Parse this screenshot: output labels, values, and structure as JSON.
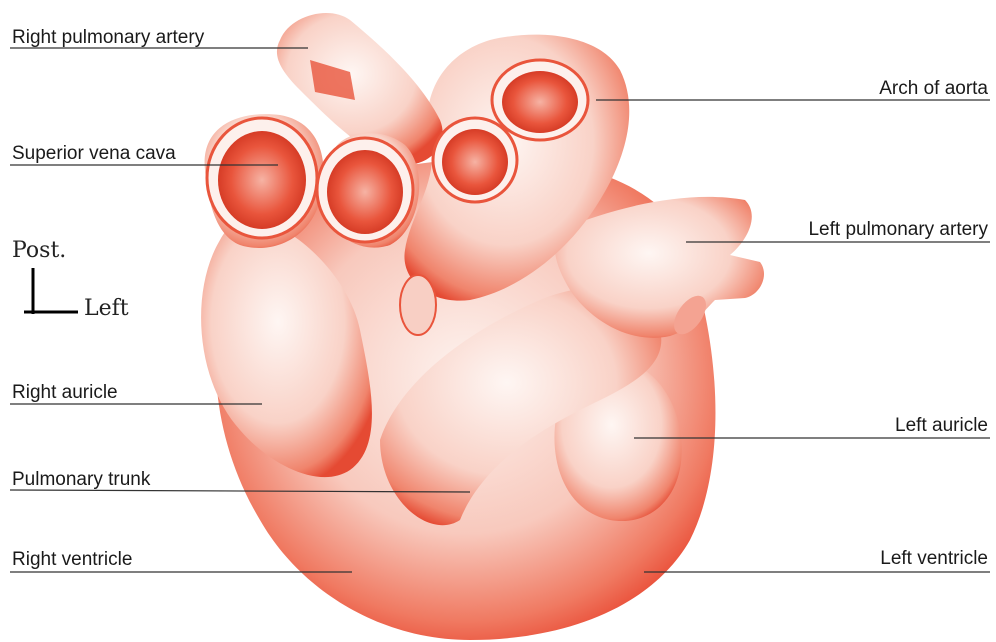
{
  "labels": {
    "right_pulmonary_artery": "Right pulmonary artery",
    "superior_vena_cava": "Superior vena cava",
    "right_auricle": "Right auricle",
    "pulmonary_trunk": "Pulmonary trunk",
    "right_ventricle": "Right ventricle",
    "arch_of_aorta": "Arch of aorta",
    "left_pulmonary_artery": "Left pulmonary artery",
    "left_auricle": "Left auricle",
    "left_ventricle": "Left ventricle"
  },
  "orientation": {
    "posterior": "Post.",
    "left": "Left"
  },
  "colors": {
    "heart_edge": "#e8452f",
    "heart_light": "#fbe9e4",
    "leader_line": "#333333"
  }
}
